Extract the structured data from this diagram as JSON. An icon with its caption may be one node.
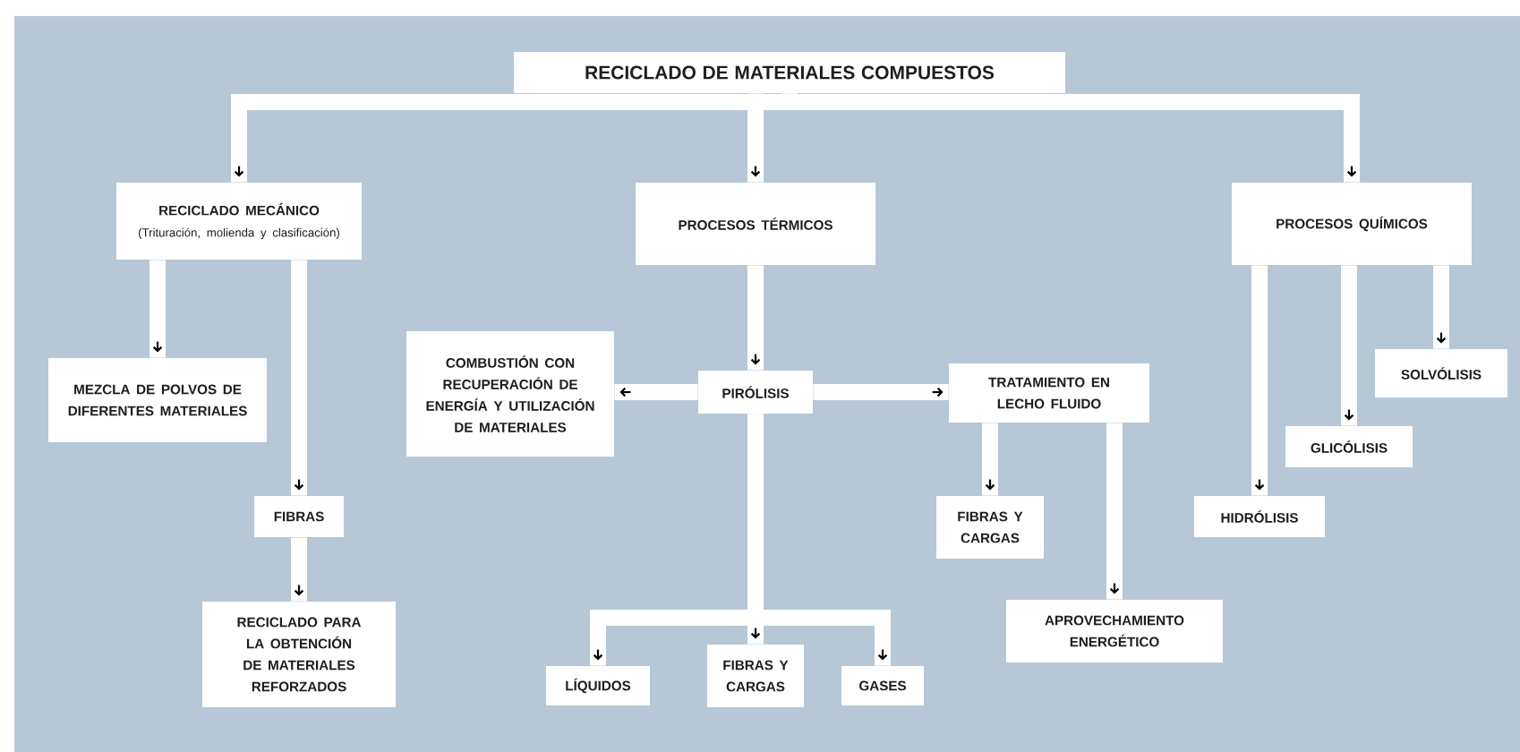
{
  "diagram": {
    "nodes": [
      {
        "text": [
          "RECICLADO DE MATERIALES COMPUESTOS"
        ]
      },
      {
        "text": [
          "RECICLADO MECÁNICO",
          "(Trituración, molienda y clasificación)"
        ]
      },
      {
        "text": [
          "PROCESOS TÉRMICOS"
        ]
      },
      {
        "text": [
          "PROCESOS QUÍMICOS"
        ]
      },
      {
        "text": [
          "MEZCLA DE POLVOS DE DIFERENTES MATERIALES"
        ]
      },
      {
        "text": [
          "FIBRAS"
        ]
      },
      {
        "text": [
          "RECICLADO PARA LA OBTENCIÓN DE MATERIALES REFORZADOS"
        ]
      },
      {
        "text": [
          "COMBUSTIÓN CON RECUPERACIÓN DE ENERGÍA Y UTILIZACIÓN DE MATERIALES"
        ]
      },
      {
        "text": [
          "PIRÓLISIS"
        ]
      },
      {
        "text": [
          "TRATAMIENTO EN LECHO FLUIDO"
        ]
      },
      {
        "text": [
          "FIBRAS Y CARGAS"
        ]
      },
      {
        "text": [
          "APROVECHAMIENTO ENERGÉTICO"
        ]
      },
      {
        "text": [
          "LÍQUIDOS"
        ]
      },
      {
        "text": [
          "FIBRAS Y CARGAS"
        ]
      },
      {
        "text": [
          "GASES"
        ]
      },
      {
        "text": [
          "HIDRÓLISIS"
        ]
      },
      {
        "text": [
          "GLICÓLISIS"
        ]
      },
      {
        "text": [
          "SOLVÓLISIS"
        ]
      }
    ],
    "edges": [
      {
        "from": 0,
        "to": 1,
        "arrow": "to"
      },
      {
        "from": 0,
        "to": 2,
        "arrow": "to"
      },
      {
        "from": 0,
        "to": 3,
        "arrow": "to"
      },
      {
        "from": 1,
        "to": 4,
        "arrow": "to"
      },
      {
        "from": 1,
        "to": 5,
        "arrow": "to"
      },
      {
        "from": 5,
        "to": 6,
        "arrow": "to"
      },
      {
        "from": 2,
        "to": 8,
        "arrow": "to"
      },
      {
        "from": 8,
        "to": 7,
        "arrow": "to"
      },
      {
        "from": 8,
        "to": 9,
        "arrow": "to"
      },
      {
        "from": 8,
        "to": 12,
        "arrow": "to"
      },
      {
        "from": 8,
        "to": 13,
        "arrow": "to"
      },
      {
        "from": 8,
        "to": 14,
        "arrow": "to"
      },
      {
        "from": 9,
        "to": 10,
        "arrow": "to"
      },
      {
        "from": 9,
        "to": 11,
        "arrow": "to"
      },
      {
        "from": 3,
        "to": 15,
        "arrow": "to"
      },
      {
        "from": 3,
        "to": 16,
        "arrow": "to"
      },
      {
        "from": 3,
        "to": 17,
        "arrow": "to"
      }
    ]
  }
}
